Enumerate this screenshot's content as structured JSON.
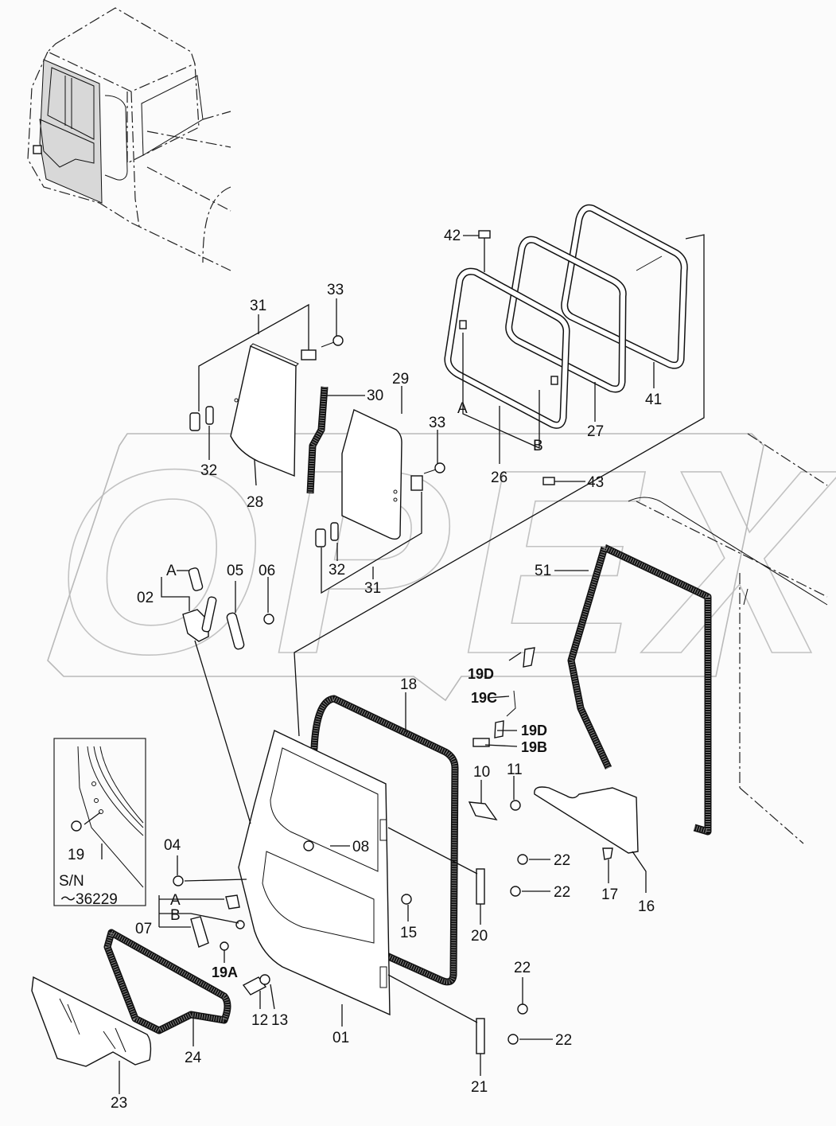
{
  "diagram": {
    "type": "exploded-parts-diagram",
    "subject": "Cab door assembly",
    "watermark": "OPEX",
    "corner_mark": "",
    "inset": {
      "part_label": "19",
      "serial_label": "S/N",
      "serial_range": "～36229"
    },
    "labels": {
      "p01": "01",
      "p02": "02",
      "p02_A": "A",
      "p04": "04",
      "p05": "05",
      "p06": "06",
      "p07": "07",
      "p07_A": "A",
      "p07_B": "B",
      "p08": "08",
      "p10": "10",
      "p11": "11",
      "p12": "12",
      "p13": "13",
      "p15": "15",
      "p16": "16",
      "p17": "17",
      "p18": "18",
      "p19A": "19A",
      "p19B": "19B",
      "p19C": "19C",
      "p19D_top": "19D",
      "p19D_mid": "19D",
      "p20": "20",
      "p21": "21",
      "p22_a": "22",
      "p22_b": "22",
      "p22_c": "22",
      "p22_d": "22",
      "p23": "23",
      "p24": "24",
      "p26": "26",
      "p26_A": "A",
      "p26_B": "B",
      "p27": "27",
      "p28": "28",
      "p29": "29",
      "p30": "30",
      "p31_top": "31",
      "p31_bottom": "31",
      "p32_left": "32",
      "p32_right": "32",
      "p33_left": "33",
      "p33_right": "33",
      "p41": "41",
      "p42": "42",
      "p43": "43",
      "p51": "51"
    }
  }
}
